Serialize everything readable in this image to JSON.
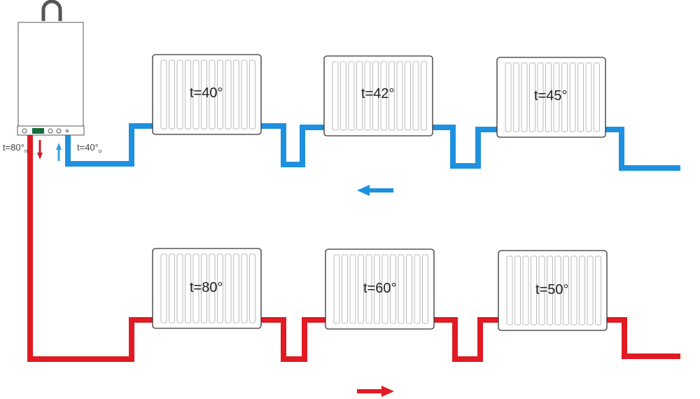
{
  "boiler": {
    "supply_label": "t=80°",
    "supply_sub": "п",
    "return_label": "t=40°",
    "return_sub": "о"
  },
  "radiators_top": [
    {
      "label": "t=40°"
    },
    {
      "label": "t=42°"
    },
    {
      "label": "t=45°"
    }
  ],
  "radiators_bottom": [
    {
      "label": "t=80°"
    },
    {
      "label": "t=60°"
    },
    {
      "label": "t=50°"
    }
  ],
  "colors": {
    "hot": "#e01b24",
    "cold": "#1e90e0",
    "mid": "#2a6aa0"
  }
}
